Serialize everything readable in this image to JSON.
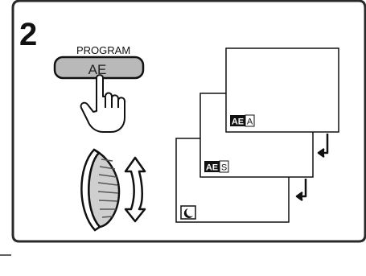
{
  "step": {
    "number": "2"
  },
  "button": {
    "caption": "PROGRAM",
    "label": "AE"
  },
  "screens": [
    {
      "badge": "AE",
      "suffix": "A"
    },
    {
      "badge": "AE",
      "suffix": "S"
    },
    {
      "badge": "",
      "suffix": "",
      "icon": "crescent-moon-icon"
    }
  ],
  "icons": [
    "pointing-hand-icon",
    "jog-dial-icon",
    "double-arrow-icon",
    "step-arrow-icon"
  ]
}
